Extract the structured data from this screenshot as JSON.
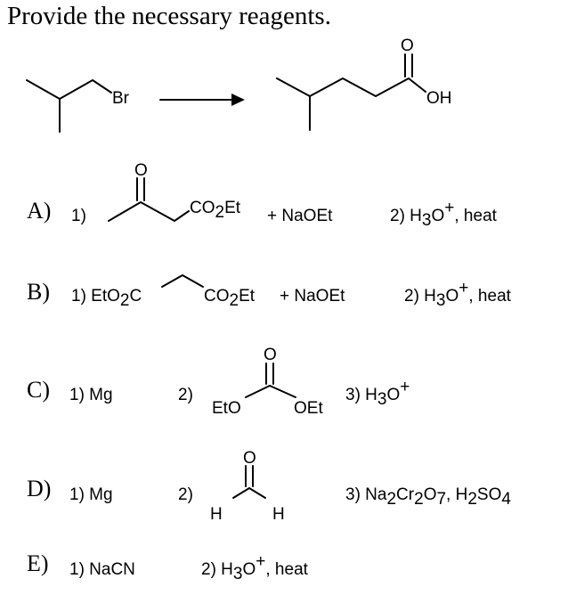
{
  "question": {
    "title": "Provide the necessary reagents."
  },
  "reaction": {
    "reactant_atom": "Br",
    "product_atom": "OH"
  },
  "options": [
    {
      "letter": "A)",
      "step1": "1)",
      "ester": "CO",
      "ester_sub": "2",
      "ester_tail": "Et",
      "plus": "+ NaOEt",
      "step2": "2) H",
      "sub3": "3",
      "o": "O",
      "sup": "+",
      "tail": ", heat"
    },
    {
      "letter": "B)",
      "step1": "1) EtO",
      "sub2a": "2",
      "c": "C",
      "ester": "CO",
      "ester_sub": "2",
      "ester_tail": "Et",
      "plus": "+ NaOEt",
      "step2": "2) H",
      "sub3": "3",
      "o": "O",
      "sup": "+",
      "tail": ", heat"
    },
    {
      "letter": "C)",
      "step1": "1) Mg",
      "step2": "2)",
      "left": "EtO",
      "right": "OEt",
      "step3": "3) H",
      "sub3": "3",
      "o": "O",
      "sup": "+"
    },
    {
      "letter": "D)",
      "step1": "1) Mg",
      "step2": "2)",
      "h1": "H",
      "h2": "H",
      "step3a": "3) Na",
      "s2": "2",
      "cr": "Cr",
      "s2b": "2",
      "o7": "O",
      "s7": "7",
      "rest": ", H",
      "s2c": "2",
      "so": "SO",
      "s4": "4"
    },
    {
      "letter": "E)",
      "step1": "1) NaCN",
      "step2": "2) H",
      "sub3": "3",
      "o": "O",
      "sup": "+",
      "tail": ", heat"
    }
  ]
}
